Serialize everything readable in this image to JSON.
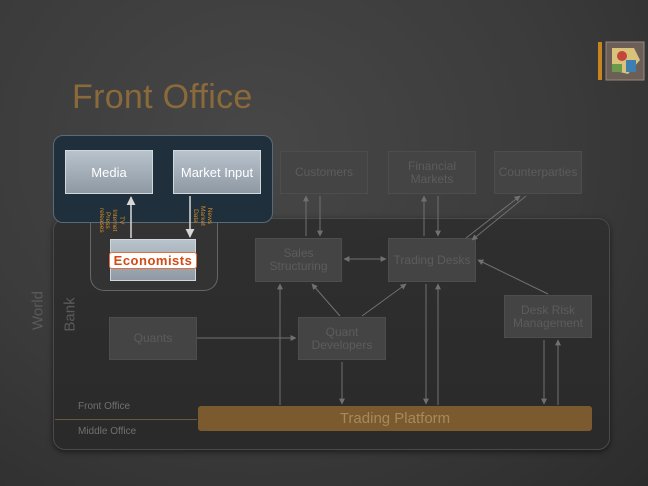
{
  "title": "Front Office",
  "external": {
    "media": "Media",
    "market_input": "Market Input",
    "customers": "Customers",
    "financial_markets": "Financial Markets",
    "counterparties": "Counterparties"
  },
  "economists": "Economists",
  "flow_labels": {
    "media_flow": [
      "TV",
      "Internet",
      "Press",
      "releases"
    ],
    "market_flow": [
      "News",
      "Market",
      "Data"
    ]
  },
  "bank": {
    "sales_structuring": "Sales Structuring",
    "trading_desks": "Trading Desks",
    "quants": "Quants",
    "quant_developers": "Quant Developers",
    "desk_risk_management": "Desk Risk Management",
    "trading_platform": "Trading Platform"
  },
  "labels": {
    "world": "World",
    "bank": "Bank",
    "front_office": "Front Office",
    "middle_office": "Middle Office"
  },
  "colors": {
    "title": "#8a6a3a",
    "platform": "#7a5a2e",
    "economists_text": "#d24a14",
    "flow_text": "#d18a28"
  }
}
